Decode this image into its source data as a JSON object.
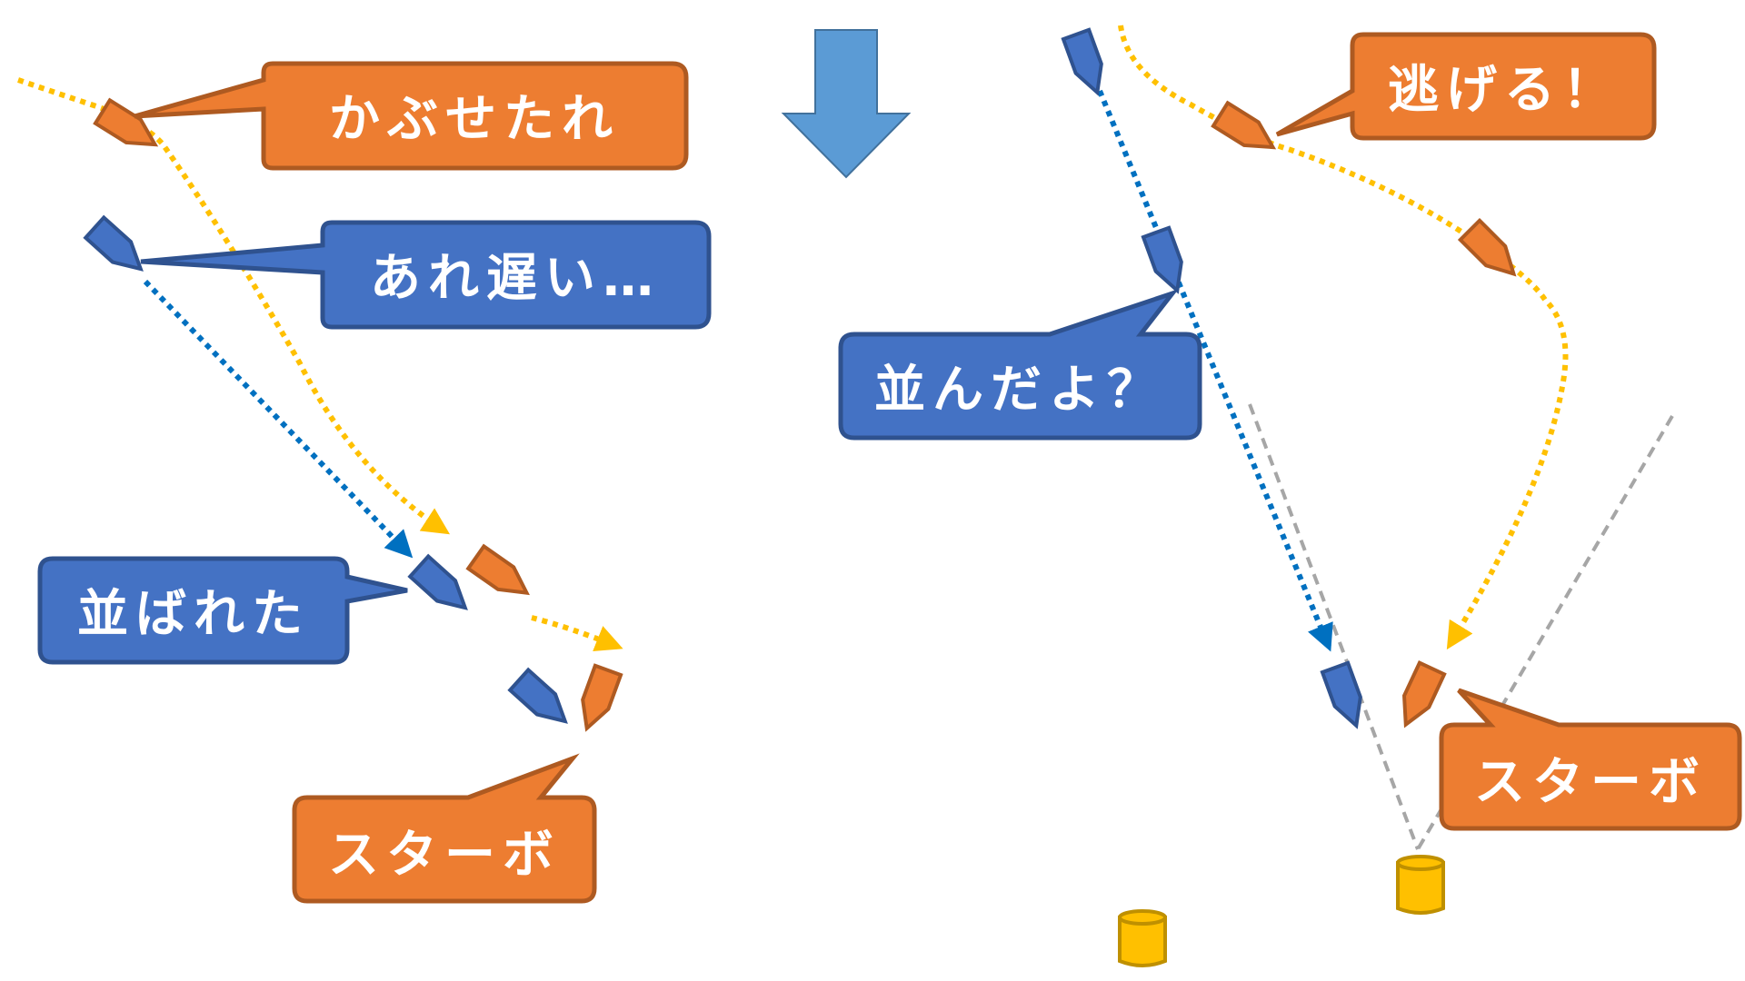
{
  "colors": {
    "orange_fill": "#ED7D31",
    "orange_stroke": "#AE5A21",
    "blue_fill": "#4472C4",
    "blue_stroke": "#2F528F",
    "blue_path": "#0070C0",
    "yellow_path": "#FFC000",
    "arrow_fill": "#5B9BD5",
    "arrow_stroke": "#41719C",
    "gray_line": "#A6A6A6",
    "buoy_fill": "#FFC000",
    "buoy_stroke": "#BF9000"
  },
  "labels": {
    "kabuse": "かぶせたれ",
    "are_osoi": "あれ遅い…",
    "narabareta": "並ばれた",
    "starboard_left": "スターボ",
    "nigeru": "逃げる！",
    "naranda": "並んだよ？",
    "starboard_right": "スターボ"
  },
  "icons": {
    "transition_arrow": "down-arrow-icon",
    "orange_boat": "orange-boat-icon",
    "blue_boat": "blue-boat-icon",
    "buoy": "mark-buoy-icon"
  }
}
